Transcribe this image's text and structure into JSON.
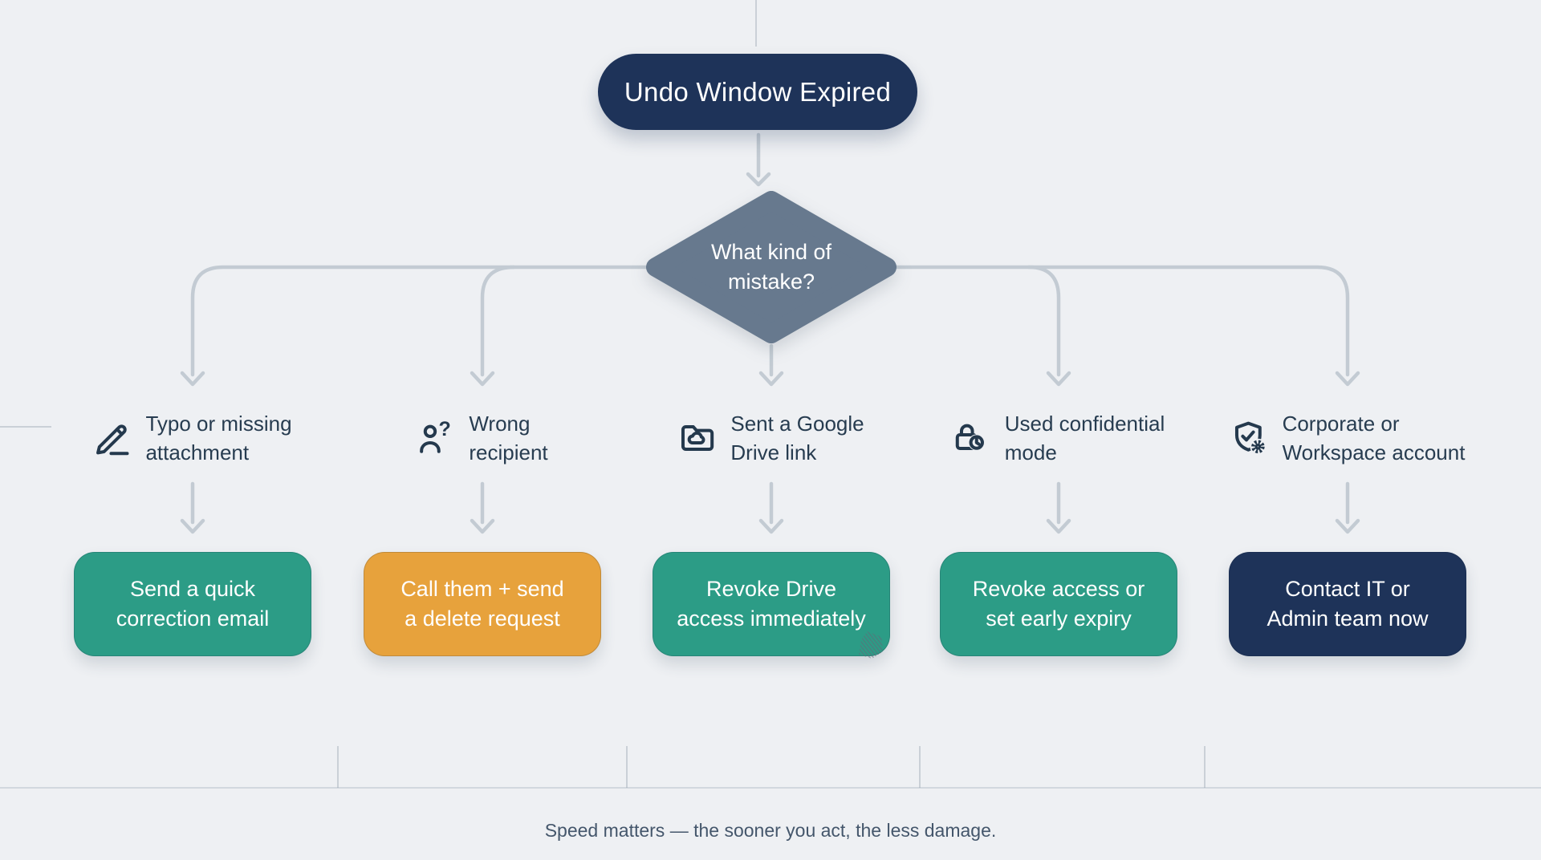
{
  "flowchart": {
    "start": {
      "label": "Undo Window Expired"
    },
    "decision": {
      "lines": [
        "What kind of",
        "mistake?"
      ]
    },
    "branches": [
      {
        "icon": "pencil-icon",
        "condition_lines": [
          "Typo or missing",
          "attachment"
        ],
        "action_lines": [
          "Send a quick",
          "correction email"
        ],
        "action_color": "#2c9c86"
      },
      {
        "icon": "user-question-icon",
        "condition_lines": [
          "Wrong",
          "recipient"
        ],
        "action_lines": [
          "Call them + send",
          "a delete request"
        ],
        "action_color": "#e7a23c"
      },
      {
        "icon": "folder-cloud-icon",
        "condition_lines": [
          "Sent a Google",
          "Drive link"
        ],
        "action_lines": [
          "Revoke Drive",
          "access immediately"
        ],
        "action_color": "#2c9c86"
      },
      {
        "icon": "lock-clock-icon",
        "condition_lines": [
          "Used confidential",
          "mode"
        ],
        "action_lines": [
          "Revoke access or",
          "set early expiry"
        ],
        "action_color": "#2c9c86"
      },
      {
        "icon": "shield-gear-icon",
        "condition_lines": [
          "Corporate or",
          "Workspace account"
        ],
        "action_lines": [
          "Contact IT or",
          "Admin team now"
        ],
        "action_color": "#1e3359"
      }
    ],
    "footer": "Speed matters — the sooner you act, the less damage."
  },
  "colors": {
    "background": "#eef0f3",
    "navy": "#1e3359",
    "teal": "#2c9c86",
    "orange": "#e7a23c",
    "diamond_slate": "#67798e",
    "connector_gray": "#c3cbd3",
    "condition_text": "#273c50",
    "caption_text": "#44566b"
  }
}
